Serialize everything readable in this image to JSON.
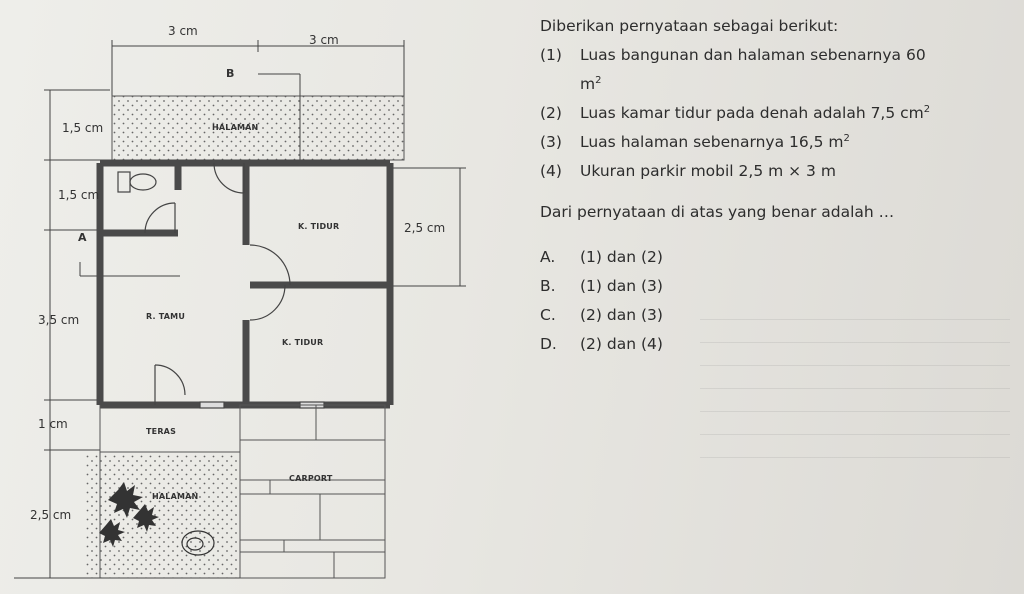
{
  "plan": {
    "dims": {
      "top_left": "3 cm",
      "top_right": "3 cm",
      "left_1": "1,5 cm",
      "left_2": "1,5 cm",
      "left_3": "3,5 cm",
      "left_4": "1 cm",
      "left_5": "2,5 cm",
      "right_1": "2,5 cm"
    },
    "points": {
      "b": "B",
      "a": "A"
    },
    "rooms": {
      "halaman_top": "HALAMAN",
      "k_tidur_1": "K. TIDUR",
      "r_tamu": "R. TAMU",
      "k_tidur_2": "K. TIDUR",
      "teras": "TERAS",
      "carport": "CARPORT",
      "halaman_bottom": "HALAMAN"
    }
  },
  "question": {
    "intro": "Diberikan pernyataan sebagai berikut:",
    "statements": [
      {
        "num": "(1)",
        "text": "Luas bangunan dan halaman sebenarnya 60",
        "unit": "m",
        "sup": "2"
      },
      {
        "num": "(2)",
        "text": "Luas kamar tidur pada denah adalah 7,5 cm",
        "sup": "2"
      },
      {
        "num": "(3)",
        "text": "Luas halaman sebenarnya 16,5 m",
        "sup": "2"
      },
      {
        "num": "(4)",
        "text": "Ukuran parkir mobil 2,5 m × 3 m"
      }
    ],
    "ask": "Dari pernyataan di atas yang benar adalah …",
    "options": [
      {
        "key": "A.",
        "text": "(1) dan (2)"
      },
      {
        "key": "B.",
        "text": "(1) dan (3)"
      },
      {
        "key": "C.",
        "text": "(2) dan (3)"
      },
      {
        "key": "D.",
        "text": "(2) dan (4)"
      }
    ]
  }
}
